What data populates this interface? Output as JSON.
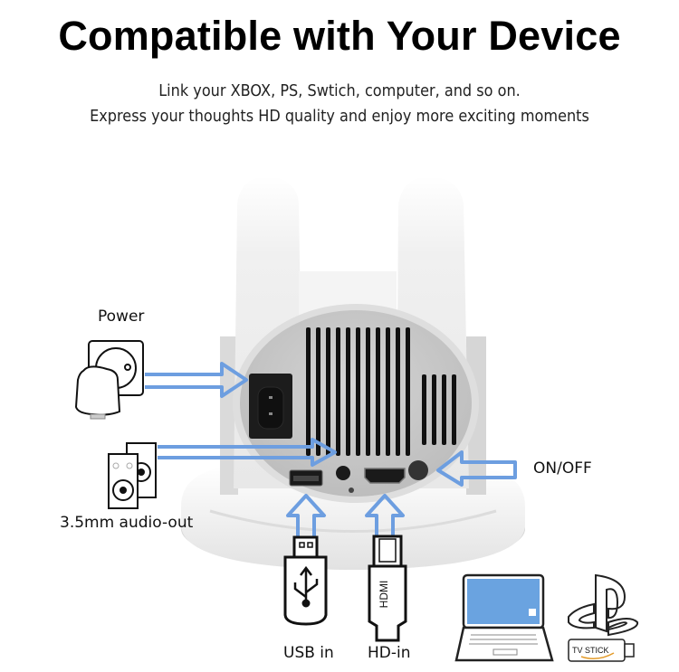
{
  "header": {
    "title": "Compatible with Your Device",
    "subtitle_line1": "Link your XBOX, PS, Swtich, computer,  and so on.",
    "subtitle_line2": "Express your thoughts HD quality and enjoy more exciting moments"
  },
  "ports": {
    "power": "Power",
    "audio": "3.5mm audio-out",
    "onoff": "ON/OFF",
    "usb": "USB in",
    "hdmi": "HD-in"
  },
  "icons": {
    "hdmi_plug_text": "HDMI",
    "tv_stick_text": "TV STICK"
  },
  "colors": {
    "arrow_blue": "#6d9ee0",
    "laptop_screen": "#6aa3e0",
    "panel_gray": "#c9c9c9",
    "vent_black": "#111111"
  }
}
